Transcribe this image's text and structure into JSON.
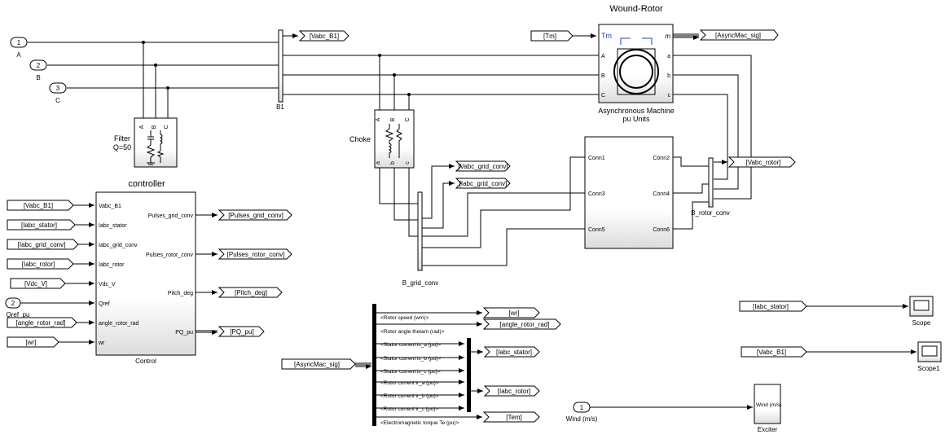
{
  "ports": {
    "in1": {
      "num": "1",
      "label": "A"
    },
    "in2": {
      "num": "2",
      "label": "B"
    },
    "in3": {
      "num": "3",
      "label": "C"
    },
    "qref": {
      "num": "2",
      "label": "Qref_pu"
    },
    "wind": {
      "num": "1",
      "label": "Wind (m/s)"
    }
  },
  "gotos": {
    "vabc_b1": "[Vabc_B1]",
    "asyncmac_sig": "[AsyncMac_sig]",
    "vabc_grid_conv": "[Vabc_grid_conv]",
    "iabc_grid_conv": "[Iabc_grid_conv]",
    "vabc_rotor": "[Vabc_rotor]",
    "pulses_grid_conv": "[Pulses_grid_conv]",
    "pulses_rotor_conv": "[Pulses_rotor_conv]",
    "pitch_deg": "[Pitch_deg]",
    "pq_pu": "[PQ_pu]",
    "wr": "[wr]",
    "angle_rotor_rad": "[angle_rotor_rad]",
    "iabc_stator": "[Iabc_stator]",
    "iabc_rotor": "[Iabc_rotor]",
    "tem": "[Tem]"
  },
  "froms": {
    "tm": "[Tm]",
    "vabc_b1": "[Vabc_B1]",
    "iabc_stator": "[Iabc_stator]",
    "iabc_grid_conv": "[Iabc_grid_conv]",
    "iabc_rotor": "[Iabc_rotor]",
    "vdc_v": "[Vdc_V]",
    "angle_rotor_rad": "[angle_rotor_rad]",
    "wr": "[wr]",
    "asyncmac_sig": "[AsyncMac_sig]",
    "scope_iabc_stator": "[Iabc_stator]",
    "scope_vabc_b1": "[Vabc_B1]"
  },
  "machine": {
    "title": "Wound-Rotor",
    "name1": "Asynchronous Machine",
    "name2": "pu Units",
    "port_tm": "Tm",
    "port_m": "m",
    "port_A": "A",
    "port_B": "B",
    "port_C": "C",
    "port_a": "a",
    "port_b": "b",
    "port_c": "c"
  },
  "bus_b1": {
    "label": "B1"
  },
  "filter": {
    "name1": "Filter",
    "name2": "Q=50",
    "port_A": "A",
    "port_B": "B",
    "port_C": "C"
  },
  "choke": {
    "name": "Choke",
    "port_A": "A",
    "port_B": "B",
    "port_C": "C",
    "port_a": "a",
    "port_b": "b",
    "port_c": "c"
  },
  "converter": {
    "conn1": "Conn1",
    "conn2": "Conn2",
    "conn3": "Conn3",
    "conn4": "Conn4",
    "conn5": "Conn5",
    "conn6": "Conn6"
  },
  "b_rotor_conv": {
    "label": "B_rotor_conv"
  },
  "b_grid_conv": {
    "label": "B_grid_conv"
  },
  "control": {
    "title": "controller",
    "name": "Control",
    "in_vabc_b1": "Vabc_B1",
    "in_iabc_stator": "Iabc_stator",
    "in_iabc_grid_conv": "Iabc_grid_conv",
    "in_iabc_rotor": "Iabc_rotor",
    "in_vdc_v": "Vdc_V",
    "in_qref": "Qref",
    "in_angle_rotor_rad": "angle_rotor_rad",
    "in_wr": "wr",
    "out_pulses_grid_conv": "Pulses_grid_conv",
    "out_pulses_rotor_conv": "Pulses_rotor_conv",
    "out_pitch_deg": "Pitch_deg",
    "out_pq_pu": "PQ_pu"
  },
  "bus_selector": {
    "signals": [
      "<Rotor speed (wm)>",
      "<Rotor angle thetam (rad)>",
      "<Stator current is_a (pu)>",
      "<Stator current is_b (pu)>",
      "<Stator current is_c (pu)>",
      "<Rotor current ir_a (pu)>",
      "<Rotor current ir_b (pu)>",
      "<Rotor current ir_c (pu)>",
      "<Electromagnetic torque Te (pu)>"
    ]
  },
  "scope": {
    "label": "Scope"
  },
  "scope1": {
    "label": "Scope1"
  },
  "exciter": {
    "name": "Exciter",
    "port": "Wind (m/s)"
  }
}
